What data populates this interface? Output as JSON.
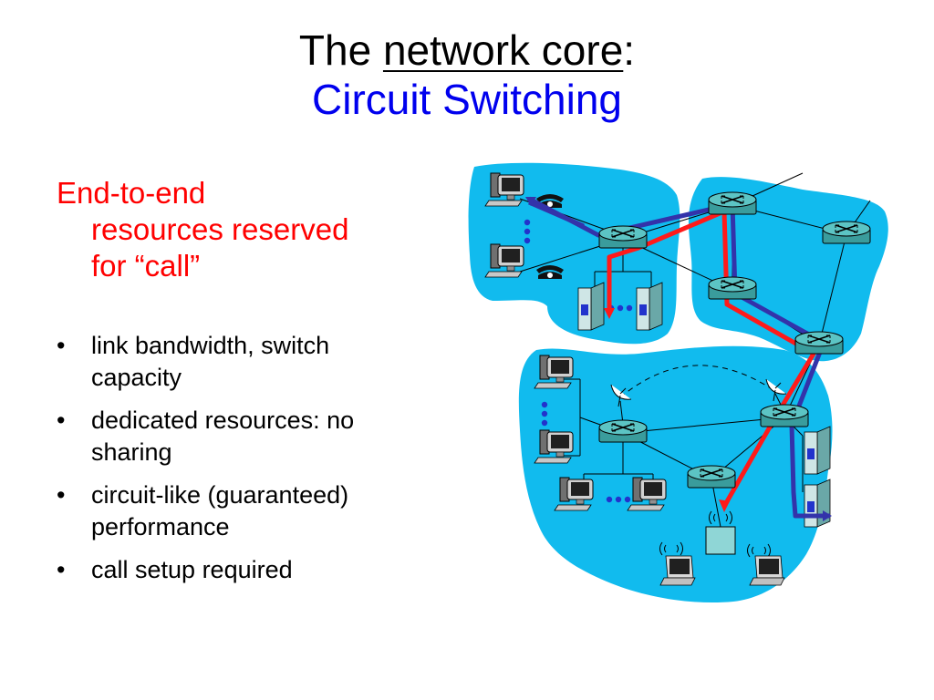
{
  "title": {
    "prefix": "The ",
    "underlined": "network core",
    "suffix": ":",
    "subtitle": "Circuit Switching"
  },
  "heading": {
    "line1": "End-to-end",
    "line2": "resources reserved",
    "line3": "for “call”"
  },
  "bullets": [
    {
      "line1": "link bandwidth,  switch",
      "line2": "capacity"
    },
    {
      "line1": "dedicated resources: no",
      "line2": "sharing"
    },
    {
      "line1": "circuit-like (guaranteed)",
      "line2": "performance"
    },
    {
      "line1": "call setup required",
      "line2": ""
    }
  ],
  "colors": {
    "title": "#000000",
    "subtitle": "#0000ee",
    "heading": "#ff0000",
    "cloud": "#11bbee",
    "router": "#3a9c9c",
    "circuit_red": "#ff1a1a",
    "circuit_blue": "#3333aa"
  },
  "icons": {
    "host": "desktop-computer-icon",
    "phone": "telephone-icon",
    "server": "server-icon",
    "router": "router-icon",
    "laptop": "laptop-icon",
    "access_point": "wireless-access-point-icon",
    "satellite_dish": "satellite-dish-icon"
  }
}
